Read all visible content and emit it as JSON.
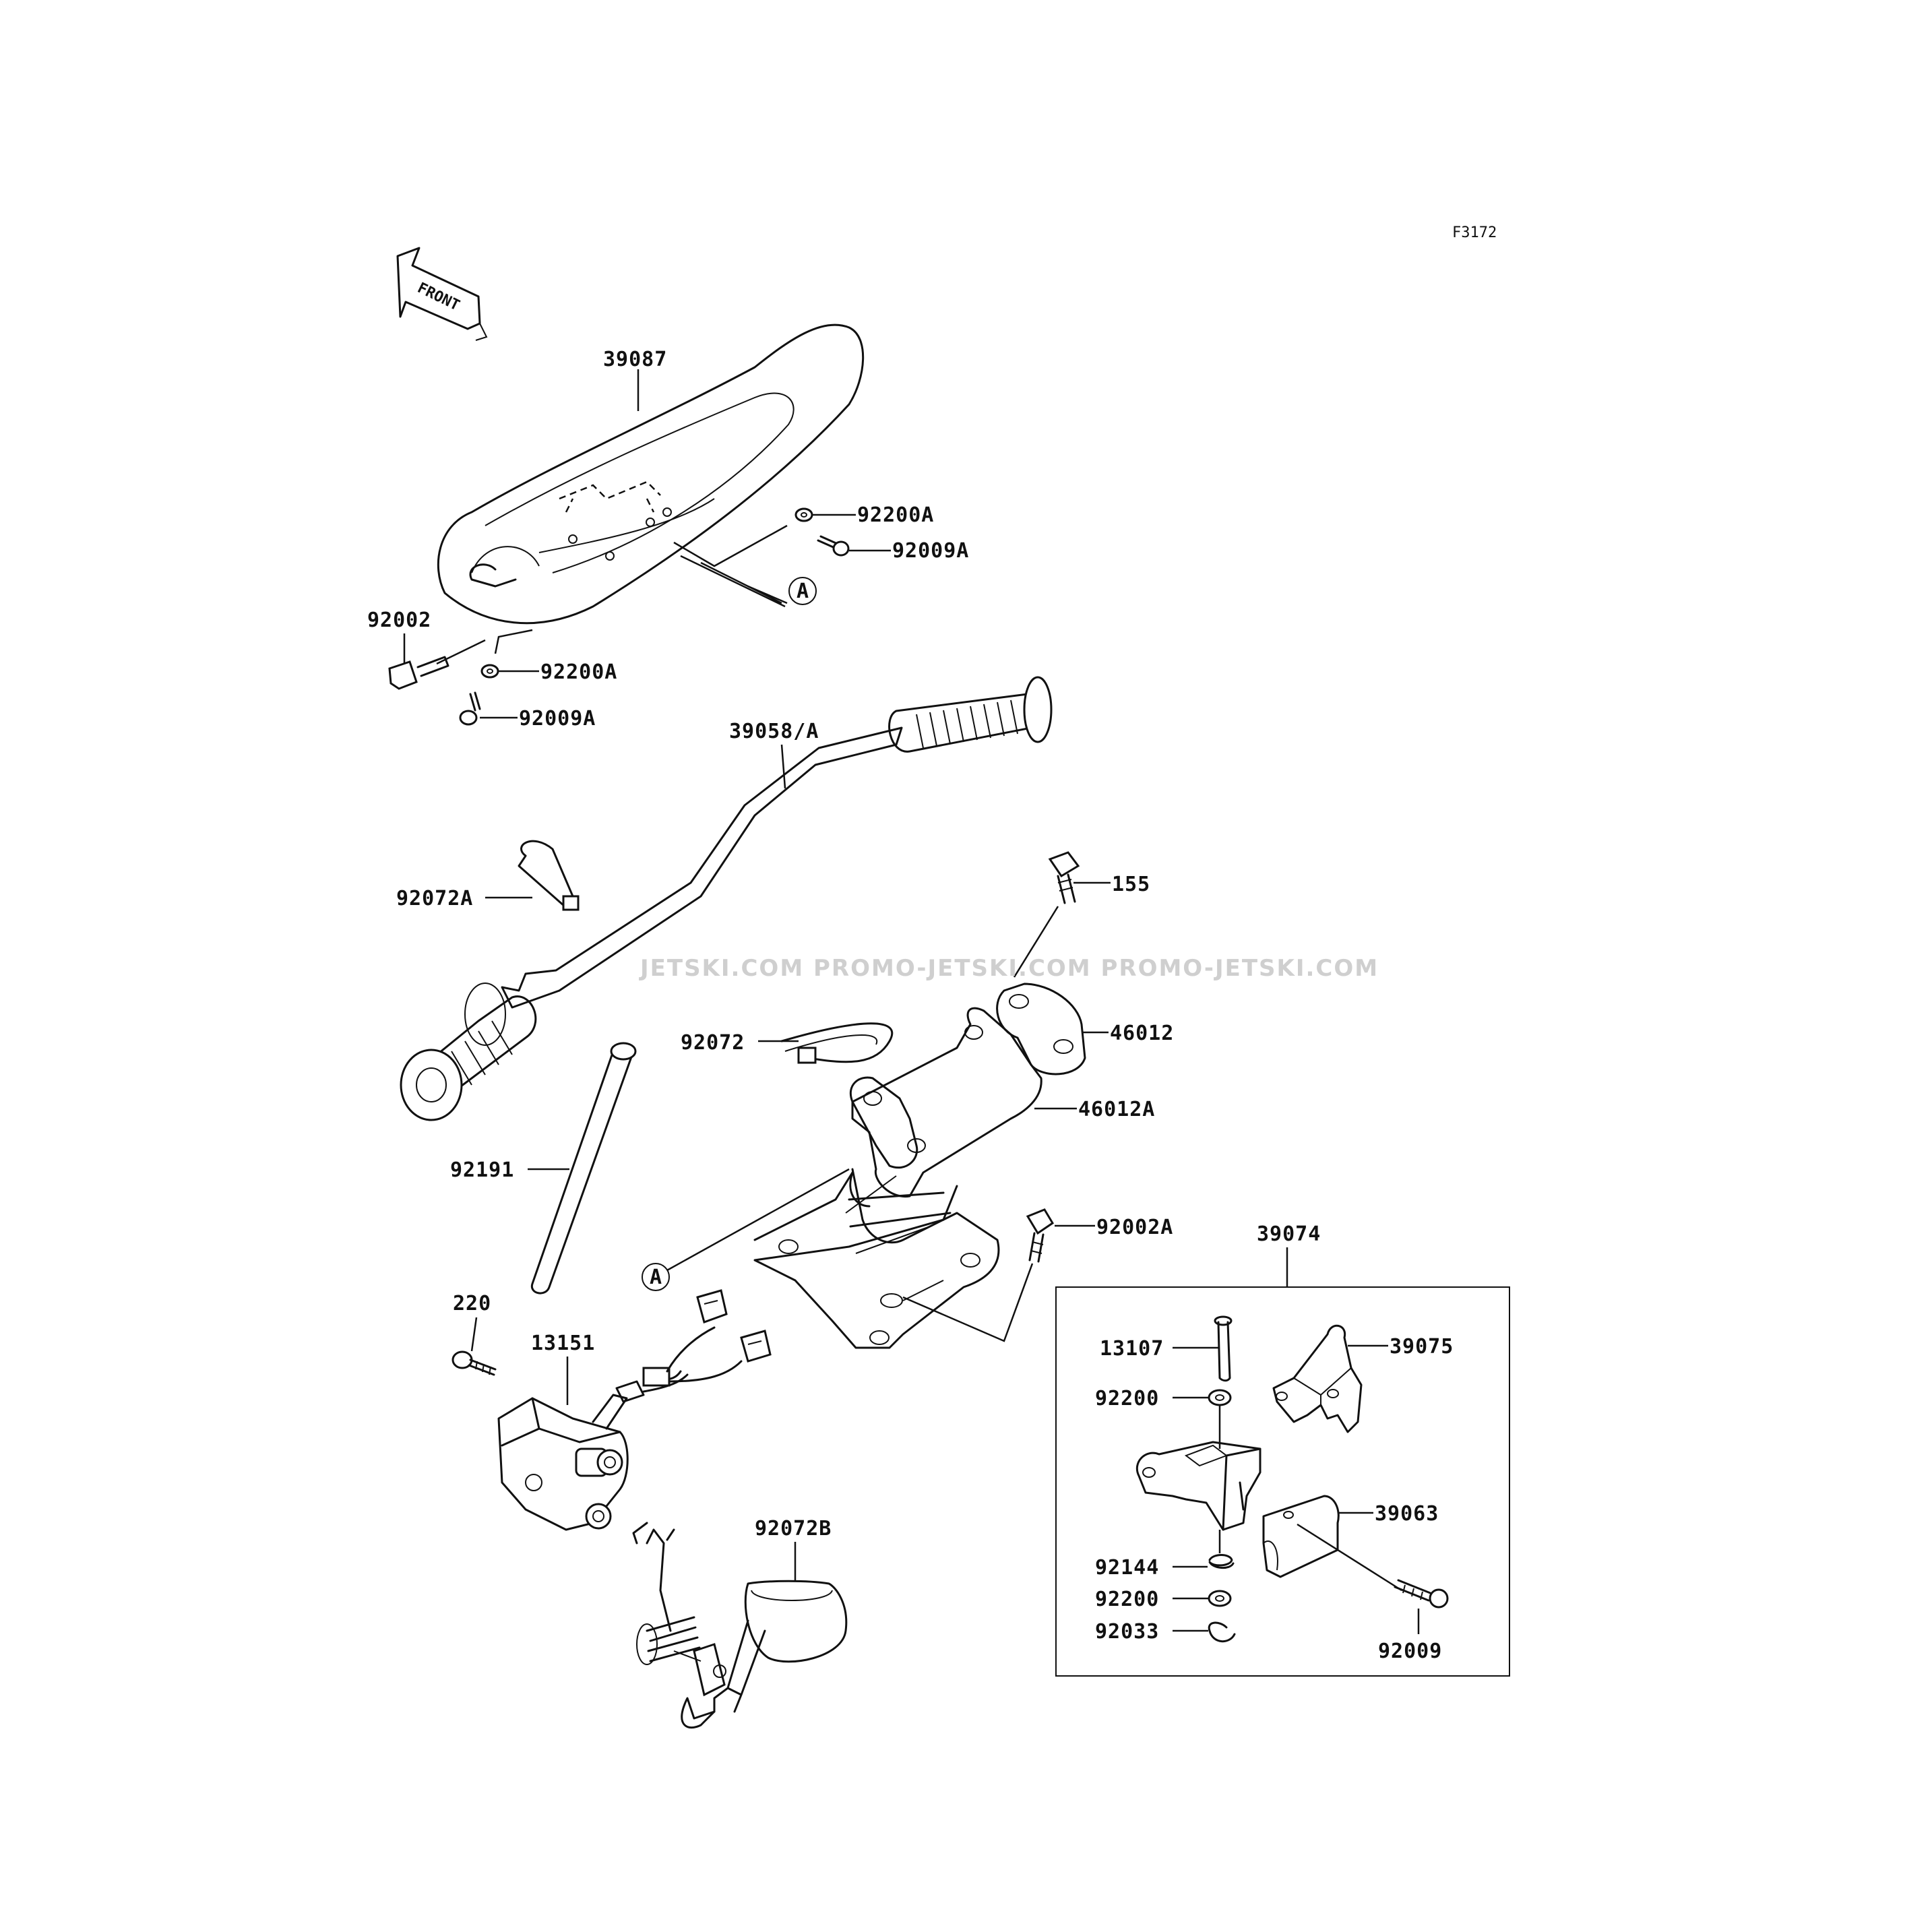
{
  "figure_code": "F3172",
  "front_label": "FRONT",
  "ref_marker": "A",
  "watermark": "JETSKI.COM  PROMO-JETSKI.COM  PROMO-JETSKI.COM",
  "parts": {
    "p39087": "39087",
    "p92200A_top": "92200A",
    "p92009A_top": "92009A",
    "p92002": "92002",
    "p92200A_bot": "92200A",
    "p92009A_bot": "92009A",
    "p39058A": "39058/A",
    "p92072A": "92072A",
    "p155": "155",
    "p92072": "92072",
    "p46012": "46012",
    "p46012A": "46012A",
    "p92191": "92191",
    "p92002A": "92002A",
    "p39074": "39074",
    "p220": "220",
    "p13151": "13151",
    "p13107": "13107",
    "p39075": "39075",
    "p92200_a": "92200",
    "p39063": "39063",
    "p92144": "92144",
    "p92200_b": "92200",
    "p92033": "92033",
    "p92009": "92009",
    "p92072B": "92072B"
  }
}
